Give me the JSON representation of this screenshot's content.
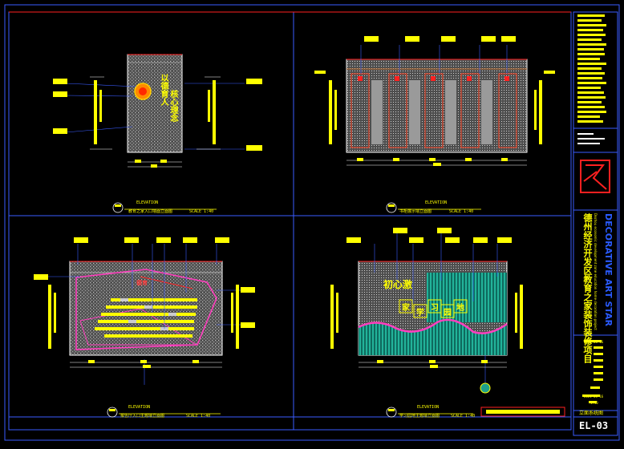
{
  "drawing": {
    "code": "EL-03",
    "sheet_name": "立面系统图",
    "project_cn": "德州经济开发区教育之家装饰装修项目",
    "brand": "DECORATIVE ART STAR",
    "project_en_line": "Dezhou economic development zone education home decoration project",
    "dates": [
      "2021-08-16",
      "2021-08-16"
    ],
    "scale_note": "1:40"
  },
  "views": [
    {
      "title": "ELEVATION",
      "subtitle": "教育之家入口墙面立面图",
      "scale": "SCALE 1:40"
    },
    {
      "title": "ELEVATION",
      "subtitle": "书柜展示墙立面图",
      "scale": "SCALE 1:40"
    },
    {
      "title": "ELEVATION",
      "subtitle": "报告厅入口主题墙立面图",
      "scale": "SCALE 1:40"
    },
    {
      "title": "ELEVATION",
      "subtitle": "学习园地主题墙立面图",
      "scale": "SCALE 1:40"
    }
  ],
  "wall_text": {
    "v1_a": "以德育人",
    "v1_b": "核心理念",
    "v3_logo": "德育",
    "v4_title": "初心激",
    "v4_chars": [
      "家",
      "学",
      "习",
      "园",
      "地"
    ]
  },
  "colors": {
    "frame": "#3a5cff",
    "annotation": "#ffff00",
    "wall": "#8a8a8a",
    "pink": "#ff3fbf",
    "teal": "#1ea08a",
    "redbox": "#ff2020",
    "brand": "#2a5bff"
  }
}
